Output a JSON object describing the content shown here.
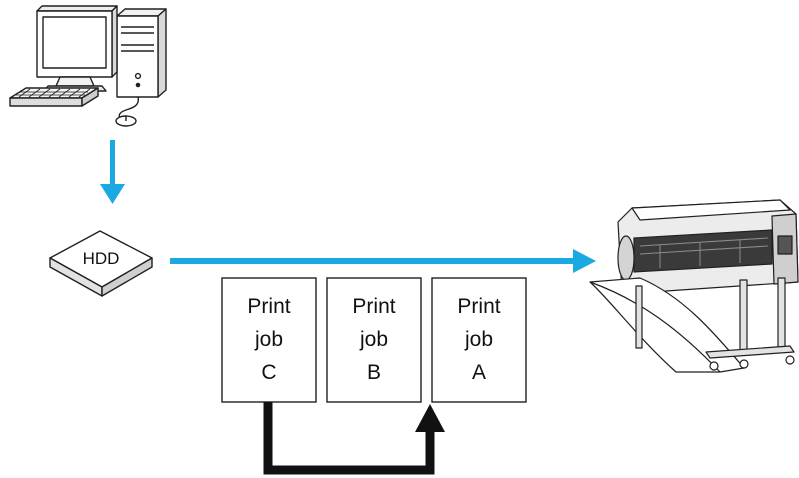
{
  "diagram": {
    "hdd": {
      "label": "HDD"
    },
    "print_jobs": [
      {
        "line1": "Print",
        "line2": "job",
        "line3": "C"
      },
      {
        "line1": "Print",
        "line2": "job",
        "line3": "B"
      },
      {
        "line1": "Print",
        "line2": "job",
        "line3": "A"
      }
    ],
    "colors": {
      "flow_arrow": "#1aa9e1",
      "reorder_arrow": "#111111",
      "outline": "#231f20"
    }
  }
}
